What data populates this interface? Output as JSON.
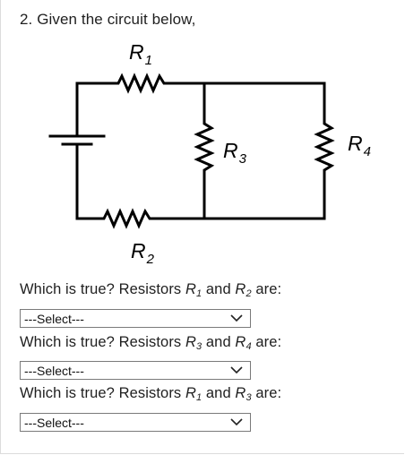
{
  "question": {
    "title": "2. Given the circuit below,"
  },
  "circuit": {
    "labels": {
      "r1": {
        "letter": "R",
        "sub": "1"
      },
      "r2": {
        "letter": "R",
        "sub": "2"
      },
      "r3": {
        "letter": "R",
        "sub": "3"
      },
      "r4": {
        "letter": "R",
        "sub": "4"
      }
    }
  },
  "prompts": [
    {
      "prefix": "Which is true? Resistors ",
      "a": "R",
      "a_sub": "1",
      "mid": " and ",
      "b": "R",
      "b_sub": "2",
      "suffix": " are:",
      "selected": "---Select---"
    },
    {
      "prefix": "Which is true? Resistors ",
      "a": "R",
      "a_sub": "3",
      "mid": " and ",
      "b": "R",
      "b_sub": "4",
      "suffix": " are:",
      "selected": "---Select---"
    },
    {
      "prefix": "Which is true? Resistors ",
      "a": "R",
      "a_sub": "1",
      "mid": " and ",
      "b": "R",
      "b_sub": "3",
      "suffix": " are:",
      "selected": "---Select---"
    }
  ]
}
